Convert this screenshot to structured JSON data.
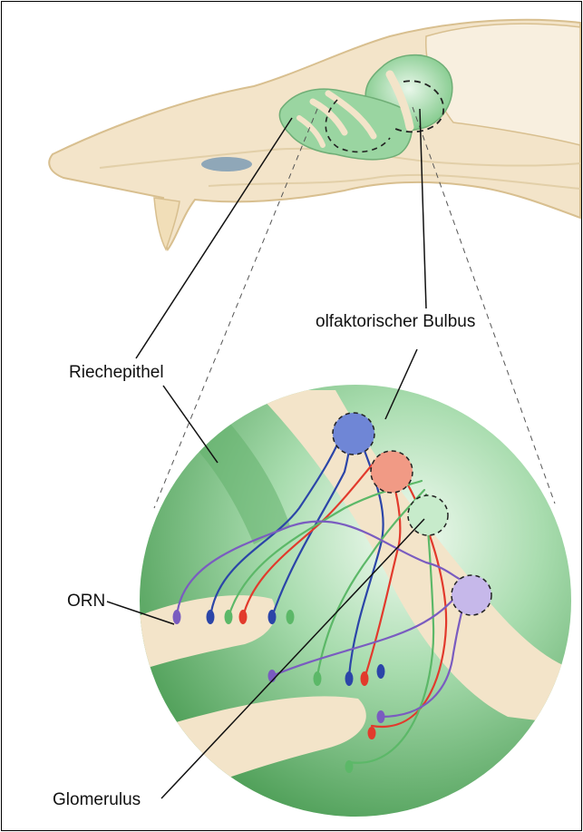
{
  "labels": {
    "olfactory_bulb": "olfaktorischer Bulbus",
    "olfactory_epithelium": "Riechepithel",
    "orn": "ORN",
    "glomerulus": "Glomerulus"
  },
  "colors": {
    "bone": "#f3e4c9",
    "bone_outline": "#d8bf8f",
    "tissue_green": "#8fd197",
    "tissue_light": "#e8f6ea",
    "circle_green": "#6cbf74",
    "neuron_blue": "#2b45a8",
    "neuron_red": "#e23a2c",
    "neuron_green": "#5cb868",
    "neuron_purple": "#7a5cc0",
    "nasal_blue": "#8fa7b8"
  }
}
